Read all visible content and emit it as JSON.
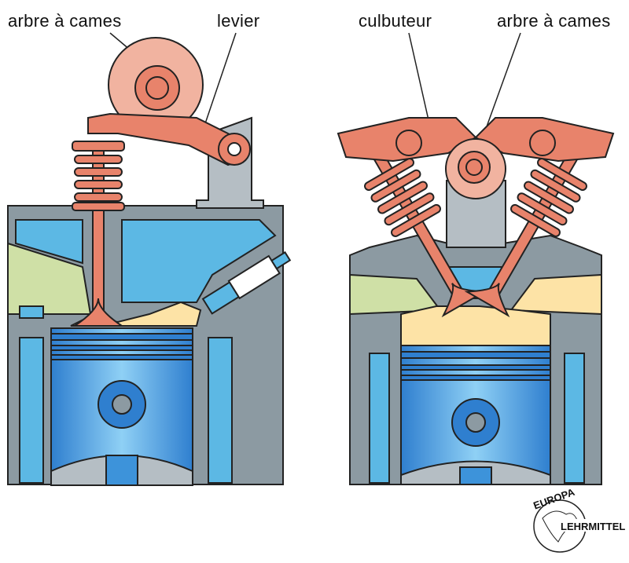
{
  "labels": {
    "left_camshaft": "arbre à cames",
    "lever": "levier",
    "rocker": "culbuteur",
    "right_camshaft": "arbre à cames"
  },
  "logo": {
    "top": "EUROPA",
    "bottom": "LEHRMITTEL"
  },
  "colors": {
    "metal": "#8c9aa2",
    "coolant": "#5cb8e4",
    "valvetrain": "#e8836b",
    "cam": "#f1b3a0",
    "intake": "#cfe0a6",
    "chamber": "#fde3a6",
    "piston": "#3d93da"
  }
}
